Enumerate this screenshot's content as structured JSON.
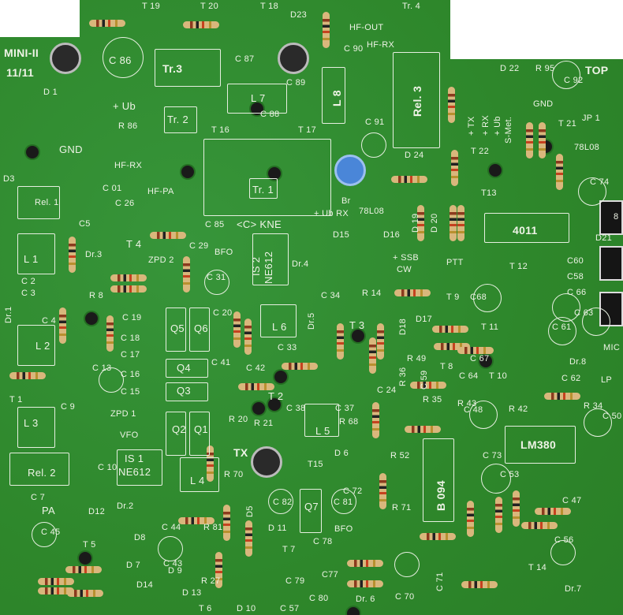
{
  "labels": {
    "MINI": "MINI-II",
    "VER": "11/11",
    "T19": "T 19",
    "T20": "T 20",
    "T18": "T 18",
    "D23": "D23",
    "C86": "C 86",
    "TR3": "Tr.3",
    "C87": "C 87",
    "L7": "L 7",
    "C89": "C 89",
    "C88": "C 88",
    "TR2": "Tr. 2",
    "D1": "D 1",
    "UB": "+ Ub",
    "R86": "R 86",
    "GND": "GND",
    "T16": "T 16",
    "T17": "T 17",
    "HFRX": "HF-RX",
    "HFPA": "HF-PA",
    "C01": "C 01",
    "C26": "C 26",
    "TR1": "Tr. 1",
    "KNE": "<C> KNE",
    "C85": "C 85",
    "D3": "D3",
    "REL1": "Rel. 1",
    "C5": "C5",
    "TR4": "Tr. 4",
    "HFOUT": "HF-OUT",
    "C90": "C 90",
    "HFRX2": "HF-RX",
    "L8": "L 8",
    "REL3": "Rel. 3",
    "C91": "C 91",
    "D22": "D 22",
    "R95": "R 95",
    "C92": "C 92",
    "TOP": "TOP",
    "GND2": "GND",
    "PTX": "+ TX",
    "PRX": "+ RX",
    "PUB": "+ Ub",
    "SMET": "S-Met.",
    "T21": "T 21",
    "JP1": "JP 1",
    "L78A": "78L08",
    "T22": "T 22",
    "D24": "D 24",
    "C74": "C 74",
    "BR": "Br",
    "UBRX": "+ Ub RX",
    "L78B": "78L08",
    "D19": "D 19",
    "D20": "D 20",
    "T13": "T13",
    "IC4011": "4011",
    "D21": "D21",
    "J8": "8",
    "L1": "L 1",
    "DR3": "Dr.3",
    "T4": "T 4",
    "ZPD2": "ZPD 2",
    "C29": "C 29",
    "BFO": "BFO",
    "C31": "C 31",
    "IS2": "IS 2",
    "NE612A": "NE612",
    "DR4": "Dr.4",
    "C2": "C 2",
    "C3": "C 3",
    "C4": "C 4",
    "R8": "R 8",
    "DR1": "Dr.1",
    "L2": "L 2",
    "C19": "C 19",
    "C18": "C 18",
    "C17": "C 17",
    "C16": "C 16",
    "C15": "C 15",
    "C13": "C 13",
    "Q5": "Q5",
    "Q6": "Q6",
    "Q4": "Q4",
    "Q3": "Q3",
    "C20": "C 20",
    "C41": "C 41",
    "C42": "C 42",
    "L6": "L 6",
    "C33": "C 33",
    "DR5": "Dr.5",
    "T2": "T 2",
    "C38": "C 38",
    "T1": "T 1",
    "C9": "C 9",
    "ZPD1": "ZPD 1",
    "L3": "L 3",
    "D15": "D15",
    "D16": "D16",
    "SSB": "+ SSB",
    "CW": "CW",
    "PTT": "PTT",
    "C34": "C 34",
    "R14": "R 14",
    "T3": "T 3",
    "D18": "D18",
    "D17": "D17",
    "T9": "T 9",
    "C68": "C68",
    "T12": "T 12",
    "C60": "C60",
    "C58": "C58",
    "C66": "C 66",
    "C63": "C 63",
    "C61": "C 61",
    "T11": "T 11",
    "R49": "R 49",
    "R36": "R 36",
    "C59": "C 59",
    "T8": "T 8",
    "C67": "C 67",
    "C64": "C 64",
    "T10": "T 10",
    "DR8": "Dr.8",
    "MIC": "MIC",
    "C62": "C 62",
    "LP": "LP",
    "C24": "C 24",
    "R35": "R 35",
    "R43": "R 43",
    "C48": "C 48",
    "R42": "R 42",
    "R34": "R 34",
    "C50": "C 50",
    "C37": "C 37",
    "R68": "R 68",
    "Q2": "Q2",
    "Q1": "Q1",
    "VFO": "VFO",
    "R20": "R 20",
    "R21": "R 21",
    "TX": "TX",
    "L5": "L 5",
    "D6": "D 6",
    "R52": "R 52",
    "C73": "C 73",
    "LM380": "LM380",
    "C53": "C 53",
    "IS1": "IS 1",
    "NE612B": "NE612",
    "REL2": "Rel. 2",
    "C10": "C 10",
    "L4": "L 4",
    "R70": "R 70",
    "T15": "T15",
    "C72": "C 72",
    "C81": "C 81",
    "Q7": "Q7",
    "C82": "C 82",
    "D5": "D5",
    "R71": "R 71",
    "C47": "C 47",
    "B094": "B 094",
    "C7": "C 7",
    "PA": "PA",
    "D12": "D12",
    "DR2": "Dr.2",
    "C45": "C 45",
    "T5": "T 5",
    "D8": "D8",
    "C44": "C 44",
    "R81": "R 81",
    "D11": "D 11",
    "BFO2": "BFO",
    "C78": "C 78",
    "C56": "C 56",
    "C43": "C 43",
    "D7": "D 7",
    "T7": "T 7",
    "D9": "D 9",
    "R27": "R 27",
    "D14": "D14",
    "C79": "C 79",
    "C77": "C77",
    "T14": "T 14",
    "D13": "D 13",
    "DR6": "Dr. 6",
    "C70": "C 70",
    "C71": "C 71",
    "DR7": "Dr.7",
    "T6": "T 6",
    "D10": "D 10",
    "C57": "C 57",
    "C80": "C 80"
  },
  "colors": {
    "board": "#2f8a2c",
    "silkscreen": "#eef3e6",
    "trimmer_blue": "#4a86d8"
  }
}
